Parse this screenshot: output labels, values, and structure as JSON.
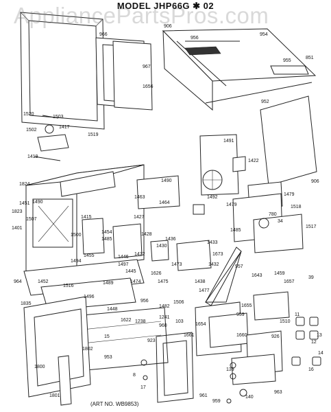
{
  "title": "MODEL JHP66G ✱ 02",
  "watermark": "AppliancePartsPros.com",
  "art_no": "(ART NO. WB9853)",
  "callouts": [
    {
      "id": "966",
      "text": "966"
    },
    {
      "id": "967",
      "text": "967"
    },
    {
      "id": "1656",
      "text": "1656"
    },
    {
      "id": "906a",
      "text": "906"
    },
    {
      "id": "956a",
      "text": "956"
    },
    {
      "id": "954",
      "text": "954"
    },
    {
      "id": "955",
      "text": "955"
    },
    {
      "id": "851",
      "text": "851"
    },
    {
      "id": "952",
      "text": "952"
    },
    {
      "id": "906b",
      "text": "906"
    },
    {
      "id": "1520",
      "text": "1520"
    },
    {
      "id": "1503",
      "text": "1503"
    },
    {
      "id": "1502",
      "text": "1502"
    },
    {
      "id": "1417",
      "text": "1417"
    },
    {
      "id": "1519",
      "text": "1519"
    },
    {
      "id": "1419",
      "text": "1419"
    },
    {
      "id": "1491",
      "text": "1491"
    },
    {
      "id": "1422",
      "text": "1422"
    },
    {
      "id": "1490",
      "text": "1490"
    },
    {
      "id": "1824",
      "text": "1824"
    },
    {
      "id": "1451",
      "text": "1451"
    },
    {
      "id": "1823",
      "text": "1823"
    },
    {
      "id": "1401",
      "text": "1401"
    },
    {
      "id": "1490b",
      "text": "1490"
    },
    {
      "id": "1507",
      "text": "1507"
    },
    {
      "id": "1463",
      "text": "1463"
    },
    {
      "id": "1464",
      "text": "1464"
    },
    {
      "id": "1492",
      "text": "1492"
    },
    {
      "id": "1479a",
      "text": "1479"
    },
    {
      "id": "1479b",
      "text": "1479"
    },
    {
      "id": "1518",
      "text": "1518"
    },
    {
      "id": "1415",
      "text": "1415"
    },
    {
      "id": "1427",
      "text": "1427"
    },
    {
      "id": "780",
      "text": "780"
    },
    {
      "id": "34",
      "text": "34"
    },
    {
      "id": "1517",
      "text": "1517"
    },
    {
      "id": "1485",
      "text": "1485"
    },
    {
      "id": "1500",
      "text": "1500"
    },
    {
      "id": "1454",
      "text": "1454"
    },
    {
      "id": "1485b",
      "text": "1485"
    },
    {
      "id": "1428",
      "text": "1428"
    },
    {
      "id": "1436",
      "text": "1436"
    },
    {
      "id": "1433",
      "text": "1433"
    },
    {
      "id": "1455",
      "text": "1455"
    },
    {
      "id": "1446",
      "text": "1446"
    },
    {
      "id": "1430",
      "text": "1430"
    },
    {
      "id": "1472",
      "text": "1472"
    },
    {
      "id": "1673",
      "text": "1673"
    },
    {
      "id": "1494",
      "text": "1494"
    },
    {
      "id": "1497",
      "text": "1497"
    },
    {
      "id": "1445",
      "text": "1445"
    },
    {
      "id": "1473",
      "text": "1473"
    },
    {
      "id": "1432",
      "text": "1432"
    },
    {
      "id": "957",
      "text": "957"
    },
    {
      "id": "964",
      "text": "964"
    },
    {
      "id": "1452",
      "text": "1452"
    },
    {
      "id": "1516",
      "text": "1516"
    },
    {
      "id": "1489",
      "text": "1489"
    },
    {
      "id": "1626",
      "text": "1626"
    },
    {
      "id": "1643",
      "text": "1643"
    },
    {
      "id": "1459",
      "text": "1459"
    },
    {
      "id": "39",
      "text": "39"
    },
    {
      "id": "1474",
      "text": "1474"
    },
    {
      "id": "1475",
      "text": "1475"
    },
    {
      "id": "1438",
      "text": "1438"
    },
    {
      "id": "1657",
      "text": "1657"
    },
    {
      "id": "1496",
      "text": "1496"
    },
    {
      "id": "1477",
      "text": "1477"
    },
    {
      "id": "1448",
      "text": "1448"
    },
    {
      "id": "1835",
      "text": "1835"
    },
    {
      "id": "956b",
      "text": "956"
    },
    {
      "id": "1482",
      "text": "1482"
    },
    {
      "id": "1506",
      "text": "1506"
    },
    {
      "id": "1655",
      "text": "1655"
    },
    {
      "id": "959",
      "text": "959"
    },
    {
      "id": "1622",
      "text": "1622"
    },
    {
      "id": "1238",
      "text": "1238"
    },
    {
      "id": "1241",
      "text": "1241"
    },
    {
      "id": "1654",
      "text": "1654"
    },
    {
      "id": "1510",
      "text": "1510"
    },
    {
      "id": "960",
      "text": "960"
    },
    {
      "id": "103",
      "text": "103"
    },
    {
      "id": "1660",
      "text": "1660"
    },
    {
      "id": "1661",
      "text": "1661"
    },
    {
      "id": "15",
      "text": "15"
    },
    {
      "id": "926",
      "text": "926"
    },
    {
      "id": "923",
      "text": "923"
    },
    {
      "id": "1802",
      "text": "1802"
    },
    {
      "id": "953",
      "text": "953"
    },
    {
      "id": "11",
      "text": "11"
    },
    {
      "id": "12",
      "text": "12"
    },
    {
      "id": "13",
      "text": "13"
    },
    {
      "id": "1800",
      "text": "1800"
    },
    {
      "id": "14",
      "text": "14"
    },
    {
      "id": "8",
      "text": "8"
    },
    {
      "id": "139",
      "text": "139"
    },
    {
      "id": "16",
      "text": "16"
    },
    {
      "id": "140",
      "text": "140"
    },
    {
      "id": "1801",
      "text": "1801"
    },
    {
      "id": "961",
      "text": "961"
    },
    {
      "id": "17",
      "text": "17"
    },
    {
      "id": "963",
      "text": "963"
    },
    {
      "id": "959b",
      "text": "959"
    }
  ]
}
